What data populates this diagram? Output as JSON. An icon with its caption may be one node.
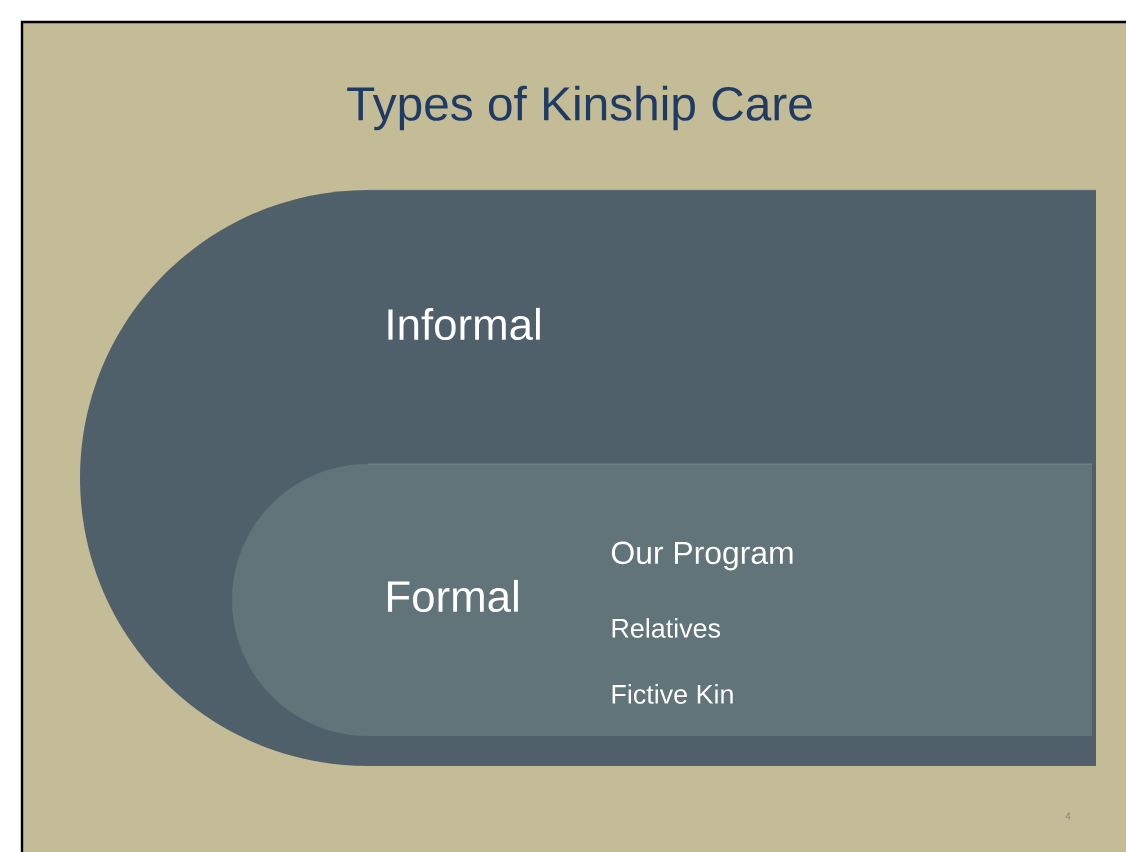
{
  "diagram": {
    "title": "Types of Kinship Care",
    "nodes": [
      {
        "text": [
          "Informal"
        ]
      },
      {
        "text": [
          "Formal",
          "Our Program",
          "Relatives",
          "Fictive Kin"
        ],
        "in": 0
      }
    ],
    "labels": [
      "4"
    ]
  }
}
